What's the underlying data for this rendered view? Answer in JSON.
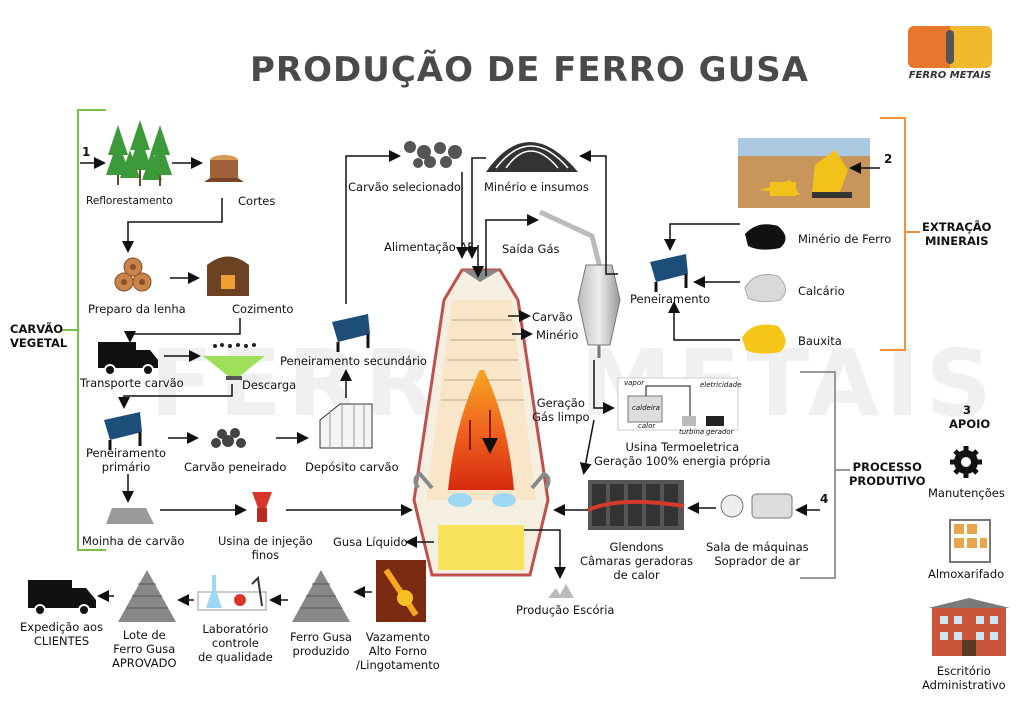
{
  "title": "PRODUÇÃO DE FERRO GUSA",
  "logo": {
    "text": "FERRO METAIS",
    "colors": [
      "#e8762c",
      "#f2b82e",
      "#555555"
    ]
  },
  "watermark": [
    "FERRO",
    "METAIS"
  ],
  "sections": {
    "carvao_vegetal": "CARVÃO\nVEGETAL",
    "extracao": "EXTRAÇÃO\nMINERAIS",
    "processo": "PROCESSO\nPRODUTIVO",
    "apoio_num": "3",
    "apoio": "APOIO"
  },
  "numbers": {
    "n1": "1",
    "n2": "2",
    "n4": "4"
  },
  "steps": {
    "reflorestamento": "Reflorestamento",
    "cortes": "Cortes",
    "preparo_lenha": "Preparo da lenha",
    "cozimento": "Cozimento",
    "transporte_carvao": "Transporte carvão",
    "descarga": "Descarga",
    "peneiramento_primario": "Peneiramento\nprimário",
    "carvao_peneirado": "Carvão peneirado",
    "deposito_carvao": "Depósito carvão",
    "peneiramento_secundario": "Peneiramento secundário",
    "moinha_carvao": "Moinha de carvão",
    "usina_injecao": "Usina de injeção\nfinos",
    "carvao_selecionado": "Carvão selecionado",
    "minerio_insumos": "Minério e insumos",
    "alimentacao_af": "Alimentação AF",
    "saida_gas": "Saída Gás",
    "carvao": "Carvão",
    "minerio": "Minério",
    "geracao_gas": "Geração\nGás limpo",
    "usina_termoeletrica": "Usina Termoeletrica\nGeração 100% energia própria",
    "peneiramento": "Peneiramento",
    "minerio_ferro": "Minério de Ferro",
    "calcario": "Calcário",
    "bauxita": "Bauxita",
    "glendons": "Glendons\nCâmaras geradoras\nde calor",
    "sala_maquinas": "Sala de máquinas\nSoprador de ar",
    "gusa_liquido": "Gusa Líquido",
    "producao_escoria": "Produção Escória",
    "vazamento": "Vazamento\nAlto Forno\n/Lingotamento",
    "ferro_gusa_produzido": "Ferro Gusa\nproduzido",
    "laboratorio": "Laboratório\ncontrole\nde qualidade",
    "lote": "Lote de\nFerro Gusa\nAPROVADO",
    "expedicao": "Expedição aos\nCLIENTES"
  },
  "thermo_labels": {
    "vapor": "vapor",
    "caldeira": "caldeira",
    "calor": "calor",
    "turbina": "turbina",
    "eletricidade": "eletricidade",
    "gerador": "gerador"
  },
  "apoio_items": {
    "manutencoes": "Manutenções",
    "almoxarifado": "Almoxarifado",
    "escritorio": "Escritório\nAdministrativo"
  }
}
